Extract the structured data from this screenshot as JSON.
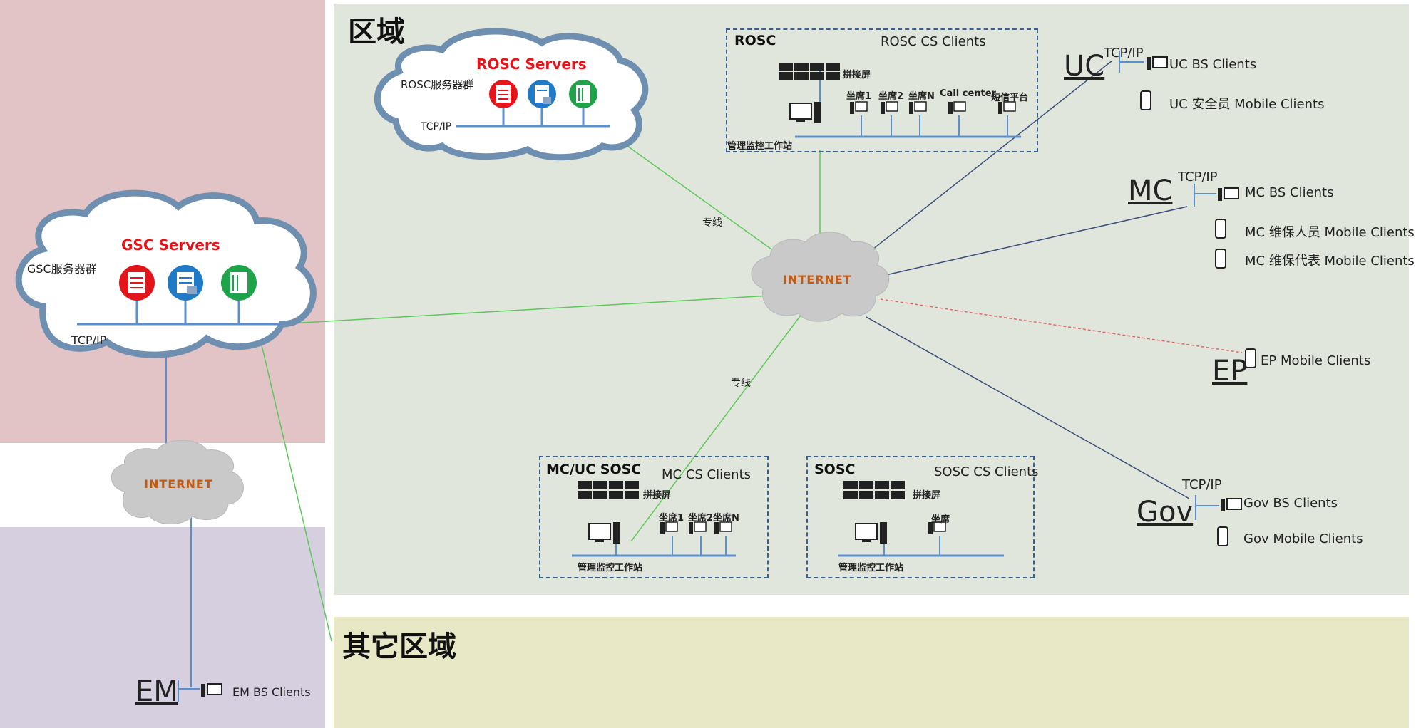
{
  "colors": {
    "gsc_area": "#e2c3c6",
    "em_area": "#d6cfe0",
    "region_area": "#e1e6dd",
    "other_area": "#e8e8c6",
    "dedicated_line": "#5cc85a",
    "network_line": "#3b4f7a",
    "ep_line": "#e06a6a",
    "bus": "#5a8fd0",
    "servers_text": "#e4141b",
    "internet_text": "#c55a11"
  },
  "regions": {
    "main_title": "区域",
    "other_title": "其它区域"
  },
  "gsc": {
    "servers_label": "GSC Servers",
    "cluster_label": "GSC服务器群",
    "protocol": "TCP/IP"
  },
  "rosc_cloud": {
    "servers_label": "ROSC Servers",
    "cluster_label": "ROSC服务器群",
    "protocol": "TCP/IP"
  },
  "internet": {
    "left_label": "INTERNET",
    "center_label": "INTERNET"
  },
  "links": {
    "dedicated_top": "专线",
    "dedicated_bottom": "专线"
  },
  "rosc_box": {
    "title": "ROSC",
    "clients": "ROSC CS Clients",
    "video_wall": "拼接屏",
    "workstation": "管理监控工作站",
    "seats": [
      "坐席1",
      "坐席2",
      "坐席N",
      "Call center",
      "短信平台"
    ]
  },
  "mcuc_box": {
    "title": "MC/UC SOSC",
    "clients": "MC CS Clients",
    "video_wall": "拼接屏",
    "workstation": "管理监控工作站",
    "seats": [
      "坐席1",
      "坐席2",
      "坐席N"
    ]
  },
  "sosc_box": {
    "title": "SOSC",
    "clients": "SOSC CS Clients",
    "video_wall": "拼接屏",
    "workstation": "管理监控工作站",
    "seats": [
      "坐席"
    ]
  },
  "uc": {
    "label": "UC",
    "protocol": "TCP/IP",
    "bs_clients": "UC BS Clients",
    "mobile_clients": "UC 安全员 Mobile Clients"
  },
  "mc": {
    "label": "MC",
    "protocol": "TCP/IP",
    "bs_clients": "MC BS Clients",
    "mobile_1": "MC 维保人员 Mobile Clients",
    "mobile_2": "MC 维保代表 Mobile Clients"
  },
  "ep": {
    "label": "EP",
    "mobile_clients": "EP Mobile Clients"
  },
  "gov": {
    "label": "Gov",
    "protocol": "TCP/IP",
    "bs_clients": "Gov BS Clients",
    "mobile_clients": "Gov Mobile Clients"
  },
  "em": {
    "label": "EM",
    "bs_clients": "EM BS Clients"
  }
}
